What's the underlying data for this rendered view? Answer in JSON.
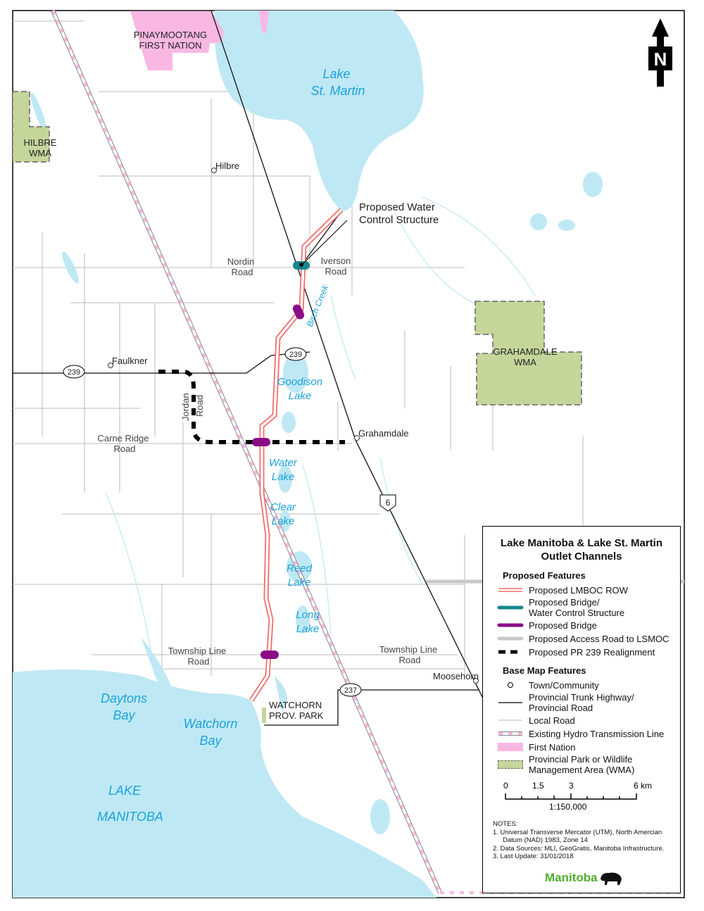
{
  "map": {
    "north_label": "N",
    "lakes": {
      "st_martin": [
        "Lake",
        "St. Martin"
      ],
      "manitoba": [
        "LAKE",
        "MANITOBA"
      ],
      "daytons_bay": [
        "Daytons",
        "Bay"
      ],
      "watchorn_bay": [
        "Watchorn",
        "Bay"
      ],
      "goodison": [
        "Goodison",
        "Lake"
      ],
      "water": [
        "Water",
        "Lake"
      ],
      "clear": [
        "Clear",
        "Lake"
      ],
      "reed": [
        "Reed",
        "Lake"
      ],
      "long": [
        "Long",
        "Lake"
      ],
      "birch_creek": "Birch Creek"
    },
    "areas": {
      "first_nation": [
        "PINAYMOOTANG",
        "FIRST NATION"
      ],
      "hilbre_wma": [
        "HILBRE",
        "WMA"
      ],
      "grahamdale_wma": [
        "GRAHAMDALE",
        "WMA"
      ],
      "watchorn_park": [
        "WATCHORN",
        "PROV. PARK"
      ]
    },
    "towns": [
      "Hilbre",
      "Faulkner",
      "Grahamdale",
      "Moosehorn"
    ],
    "roads": {
      "nordin": [
        "Nordin",
        "Road"
      ],
      "iverson": [
        "Iverson",
        "Road"
      ],
      "carne_ridge": [
        "Carne Ridge",
        "Road"
      ],
      "jordan": [
        "Jordan",
        "Road"
      ],
      "township_w": [
        "Township Line",
        "Road"
      ],
      "township_e": [
        "Township Line",
        "Road"
      ]
    },
    "shields": {
      "pr239a": "239",
      "pr239b": "239",
      "pr237": "237",
      "pth6": "6"
    },
    "callout": [
      "Proposed Water",
      "Control Structure"
    ]
  },
  "legend": {
    "title": [
      "Lake Manitoba & Lake St. Martin",
      "Outlet Channels"
    ],
    "proposed_heading": "Proposed Features",
    "proposed": [
      "Proposed LMBOC ROW",
      "Proposed Bridge/\nWater Control Structure",
      "Proposed Bridge",
      "Proposed Access Road to LSMOC",
      "Proposed PR 239 Realignment"
    ],
    "base_heading": "Base Map Features",
    "base": [
      "Town/Community",
      "Provincial Trunk Highway/\nProvincial Road",
      "Local Road",
      "Existing Hydro Transmission Line",
      "First Nation",
      "Provincial Park or Wildlife\nManagement Area (WMA)"
    ],
    "scale_ticks": [
      "0",
      "1.5",
      "3",
      "6 km"
    ],
    "scale_ratio": "1:150,000",
    "notes_heading": "NOTES:",
    "notes": [
      "1.  Universal Transverse Mercator (UTM), North Amercian",
      "Datum (NAD) 1983, Zone 14",
      "2.  Data Sources: MLI, GeoGratis, Manitoba Infrastructure.",
      "3.  Last Update:  31/01/2018"
    ],
    "logo": "Manitoba"
  },
  "colors": {
    "water": "#bfe8f5",
    "first_nation": "#f9b8e2",
    "wma": "#c5d69b",
    "row": "#f26b6b",
    "bridge_wcs": "#16878f",
    "bridge": "#8a0b86",
    "access": "#c8c8c8"
  }
}
